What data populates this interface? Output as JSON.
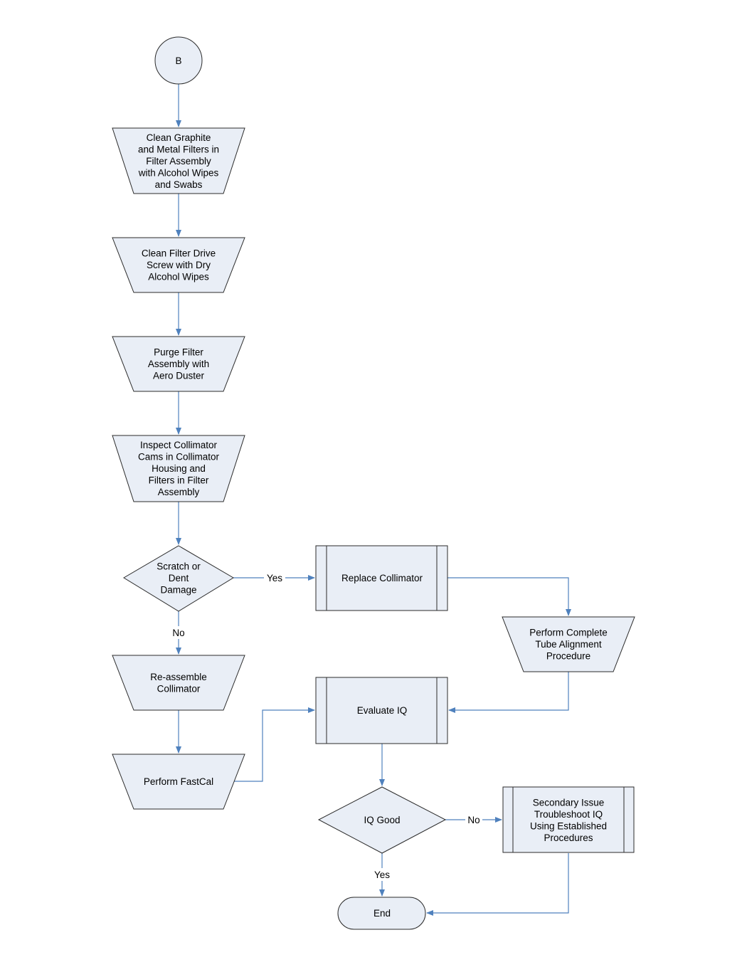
{
  "diagram": {
    "type": "flowchart",
    "colors": {
      "shape_fill": "#e9eef6",
      "shape_stroke": "#2b2b2b",
      "connector": "#4f81bd"
    },
    "nodes": {
      "b": {
        "shape": "circle",
        "text": "B"
      },
      "clean1": {
        "shape": "manual-operation",
        "text": "Clean Graphite\nand Metal Filters in\nFilter Assembly\nwith Alcohol Wipes\nand Swabs"
      },
      "clean2": {
        "shape": "manual-operation",
        "text": "Clean Filter Drive\nScrew with Dry\nAlcohol Wipes"
      },
      "purge": {
        "shape": "manual-operation",
        "text": "Purge Filter\nAssembly with\nAero Duster"
      },
      "inspect": {
        "shape": "manual-operation",
        "text": "Inspect Collimator\nCams in Collimator\nHousing and\nFilters in Filter\nAssembly"
      },
      "scratch": {
        "shape": "decision",
        "text": "Scratch or\nDent\nDamage"
      },
      "replace": {
        "shape": "process",
        "text": "Replace Collimator"
      },
      "align": {
        "shape": "manual-operation",
        "text": "Perform Complete\nTube Alignment\nProcedure"
      },
      "reassemble": {
        "shape": "manual-operation",
        "text": "Re-assemble\nCollimator"
      },
      "evaluate": {
        "shape": "process",
        "text": "Evaluate IQ"
      },
      "fastcal": {
        "shape": "manual-operation",
        "text": "Perform FastCal"
      },
      "iqgood": {
        "shape": "decision",
        "text": "IQ Good"
      },
      "secondary": {
        "shape": "process",
        "text": "Secondary Issue\nTroubleshoot IQ\nUsing Established\nProcedures"
      },
      "end": {
        "shape": "terminator",
        "text": "End"
      }
    },
    "edges": [
      {
        "from": "b",
        "to": "clean1",
        "label": ""
      },
      {
        "from": "clean1",
        "to": "clean2",
        "label": ""
      },
      {
        "from": "clean2",
        "to": "purge",
        "label": ""
      },
      {
        "from": "purge",
        "to": "inspect",
        "label": ""
      },
      {
        "from": "inspect",
        "to": "scratch",
        "label": ""
      },
      {
        "from": "scratch",
        "to": "replace",
        "label": "Yes"
      },
      {
        "from": "scratch",
        "to": "reassemble",
        "label": "No"
      },
      {
        "from": "replace",
        "to": "align",
        "label": ""
      },
      {
        "from": "align",
        "to": "evaluate",
        "label": ""
      },
      {
        "from": "reassemble",
        "to": "fastcal",
        "label": ""
      },
      {
        "from": "fastcal",
        "to": "evaluate",
        "label": ""
      },
      {
        "from": "evaluate",
        "to": "iqgood",
        "label": ""
      },
      {
        "from": "iqgood",
        "to": "secondary",
        "label": "No"
      },
      {
        "from": "iqgood",
        "to": "end",
        "label": "Yes"
      },
      {
        "from": "secondary",
        "to": "end",
        "label": ""
      }
    ]
  }
}
